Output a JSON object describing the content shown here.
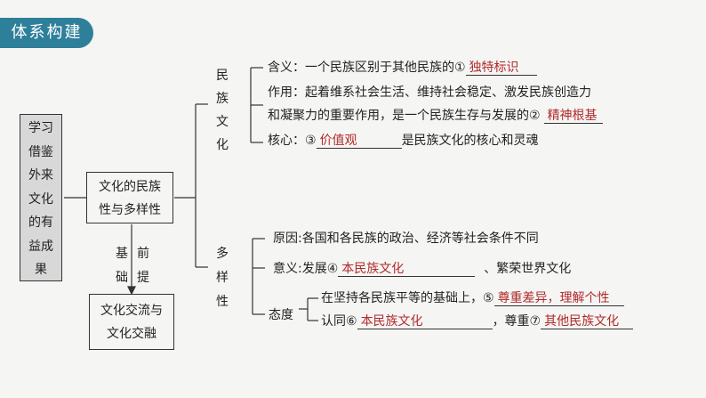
{
  "header": {
    "title": "体系构建"
  },
  "left_box": {
    "text": "学习借鉴外来文化的有益成果"
  },
  "center_box": {
    "text": "文化的民族性与多样性"
  },
  "bottom_box": {
    "text": "文化交流与文化交融"
  },
  "arrow_labels": {
    "left": "基础",
    "right": "前提"
  },
  "branch_ethnic": {
    "title": "民族文化",
    "meaning_prefix": "含义：一个民族区别于其他民族的①",
    "answer1": "独特标识",
    "role_line1": "作用：起着维系社会生活、维持社会稳定、激发民族创造力",
    "role_line2": "和凝聚力的重要作用，是一个民族生存与发展的②",
    "answer2": "精神根基",
    "core_prefix": "核心：③",
    "answer3": "价值观",
    "core_suffix": "是民族文化的核心和灵魂"
  },
  "branch_diversity": {
    "title": "多样性",
    "reason": "原因:各国和各民族的政治、经济等社会条件不同",
    "meaning_prefix": "意义:发展④",
    "answer4": "本民族文化",
    "meaning_suffix": "、繁荣世界文化",
    "attitude_label": "态度",
    "attitude1_prefix": "在坚持各民族平等的基础上，⑤",
    "answer5": "尊重差异，理解个性",
    "attitude2_prefix": "认同⑥",
    "answer6": "本民族文化",
    "attitude2_mid": "，尊重⑦",
    "answer7": "其他民族文化"
  }
}
